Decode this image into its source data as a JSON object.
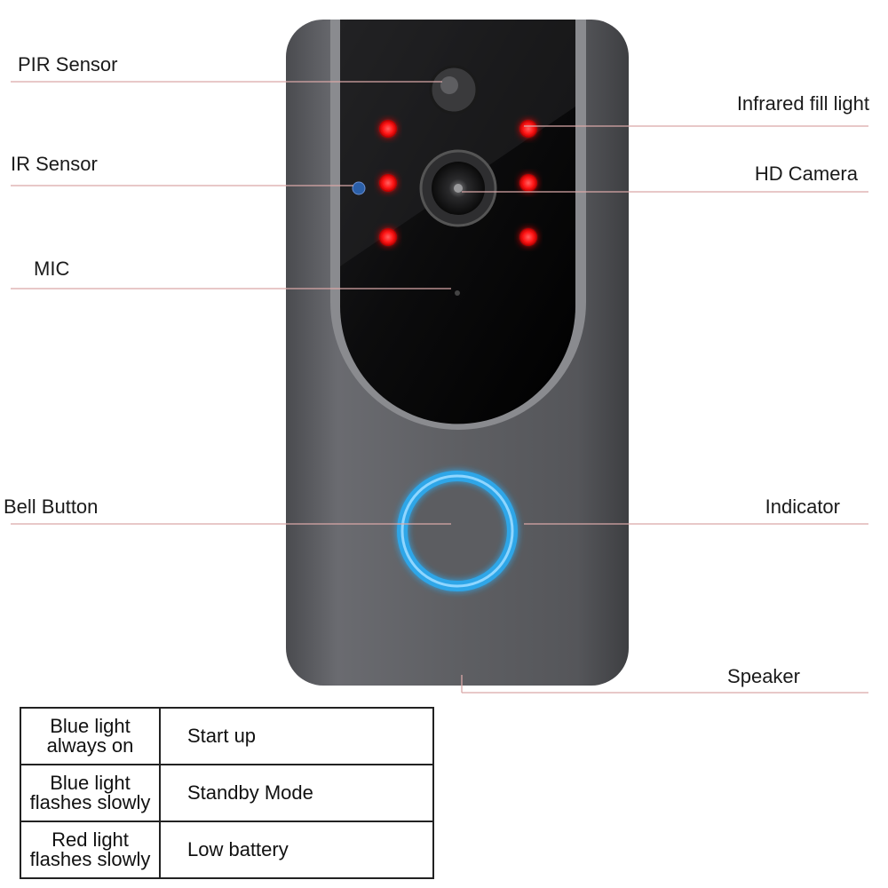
{
  "labels": {
    "pir_sensor": "PIR Sensor",
    "ir_sensor": "IR Sensor",
    "mic": "MIC",
    "bell_button": "Bell Button",
    "infrared_fill_light": "Infrared fill light",
    "hd_camera": "HD Camera",
    "indicator": "Indicator",
    "speaker": "Speaker"
  },
  "legend": {
    "rows": [
      {
        "light_line1": "Blue light",
        "light_line2": "always on",
        "meaning": "Start up"
      },
      {
        "light_line1": "Blue light",
        "light_line2": "flashes slowly",
        "meaning": "Standby Mode"
      },
      {
        "light_line1": "Red light",
        "light_line2": "flashes slowly",
        "meaning": "Low battery"
      }
    ]
  },
  "colors": {
    "leader_line": "#d9a8a8",
    "body": "#5b5c60",
    "panel": "#050505",
    "led_red": "#ff1a1a",
    "ring_blue": "#2fa6e8"
  }
}
